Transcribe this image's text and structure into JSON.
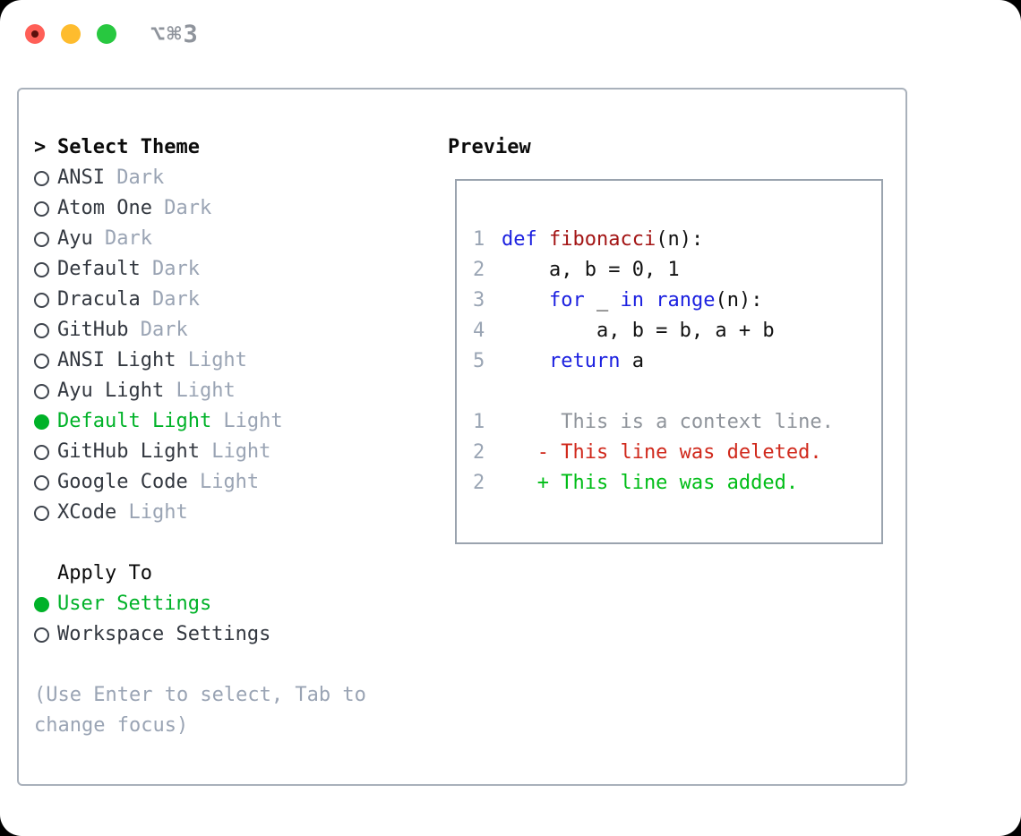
{
  "window": {
    "titlebar_shortcut": "⌥⌘3"
  },
  "panel": {
    "select_theme": {
      "prefix": ">",
      "title": "Select Theme"
    },
    "themes": [
      {
        "name": "ANSI",
        "variant": "Dark",
        "selected": false
      },
      {
        "name": "Atom One",
        "variant": "Dark",
        "selected": false
      },
      {
        "name": "Ayu",
        "variant": "Dark",
        "selected": false
      },
      {
        "name": "Default",
        "variant": "Dark",
        "selected": false
      },
      {
        "name": "Dracula",
        "variant": "Dark",
        "selected": false
      },
      {
        "name": "GitHub",
        "variant": "Dark",
        "selected": false
      },
      {
        "name": "ANSI Light",
        "variant": "Light",
        "selected": false
      },
      {
        "name": "Ayu Light",
        "variant": "Light",
        "selected": false
      },
      {
        "name": "Default Light",
        "variant": "Light",
        "selected": true
      },
      {
        "name": "GitHub Light",
        "variant": "Light",
        "selected": false
      },
      {
        "name": "Google Code",
        "variant": "Light",
        "selected": false
      },
      {
        "name": "XCode",
        "variant": "Light",
        "selected": false
      }
    ],
    "apply_to": {
      "title": "Apply To",
      "options": [
        {
          "label": "User Settings",
          "selected": true
        },
        {
          "label": "Workspace Settings",
          "selected": false
        }
      ]
    },
    "hint": "(Use Enter to select, Tab to change focus)"
  },
  "preview": {
    "title": "Preview",
    "lines": [
      {
        "num": "1",
        "name": "code-line",
        "segs": [
          {
            "c": "kw",
            "t": "def"
          },
          {
            "c": "pl",
            "t": " "
          },
          {
            "c": "fn",
            "t": "fibonacci"
          },
          {
            "c": "pl",
            "t": "(n):"
          }
        ]
      },
      {
        "num": "2",
        "name": "code-line",
        "segs": [
          {
            "c": "pl",
            "t": "    a, b = 0, 1"
          }
        ]
      },
      {
        "num": "3",
        "name": "code-line",
        "segs": [
          {
            "c": "pl",
            "t": "    "
          },
          {
            "c": "kw",
            "t": "for"
          },
          {
            "c": "pl",
            "t": " _ "
          },
          {
            "c": "kw",
            "t": "in"
          },
          {
            "c": "pl",
            "t": " "
          },
          {
            "c": "kw",
            "t": "range"
          },
          {
            "c": "pl",
            "t": "(n):"
          }
        ]
      },
      {
        "num": "4",
        "name": "code-line",
        "segs": [
          {
            "c": "pl",
            "t": "        a, b = b, a + b"
          }
        ]
      },
      {
        "num": "5",
        "name": "code-line",
        "segs": [
          {
            "c": "pl",
            "t": "    "
          },
          {
            "c": "kw",
            "t": "return"
          },
          {
            "c": "pl",
            "t": " a"
          }
        ]
      },
      {
        "num": "",
        "name": "blank-line",
        "segs": []
      },
      {
        "num": "1",
        "name": "context-line",
        "segs": [
          {
            "c": "ctx",
            "t": "     This is a context line."
          }
        ]
      },
      {
        "num": "2",
        "name": "deleted-line",
        "segs": [
          {
            "c": "del",
            "t": "   - This line was deleted."
          }
        ]
      },
      {
        "num": "2",
        "name": "added-line",
        "segs": [
          {
            "c": "add",
            "t": "   + This line was added."
          }
        ]
      }
    ]
  },
  "colors": {
    "traffic_red": "#ff5f57",
    "traffic_red_dot": "#5c100c",
    "traffic_yellow": "#febc2e",
    "traffic_green": "#28c840",
    "titlebar_gray": "#8f949c",
    "panel_border": "#a9b1bb",
    "preview_border": "#9aa3ae",
    "heading_text": "#0b0b0b",
    "item_text": "#333840",
    "muted_gray": "#9aa4b4",
    "radio_ring": "#3f454e",
    "accent_green": "#00b228",
    "linenum_gray": "#9aa5b4",
    "code_text": "#121212",
    "keyword_blue": "#1c21e0",
    "function_red": "#a31515",
    "context_gray": "#8f949b",
    "deleted_red": "#d0291c",
    "added_green": "#00bd17"
  }
}
